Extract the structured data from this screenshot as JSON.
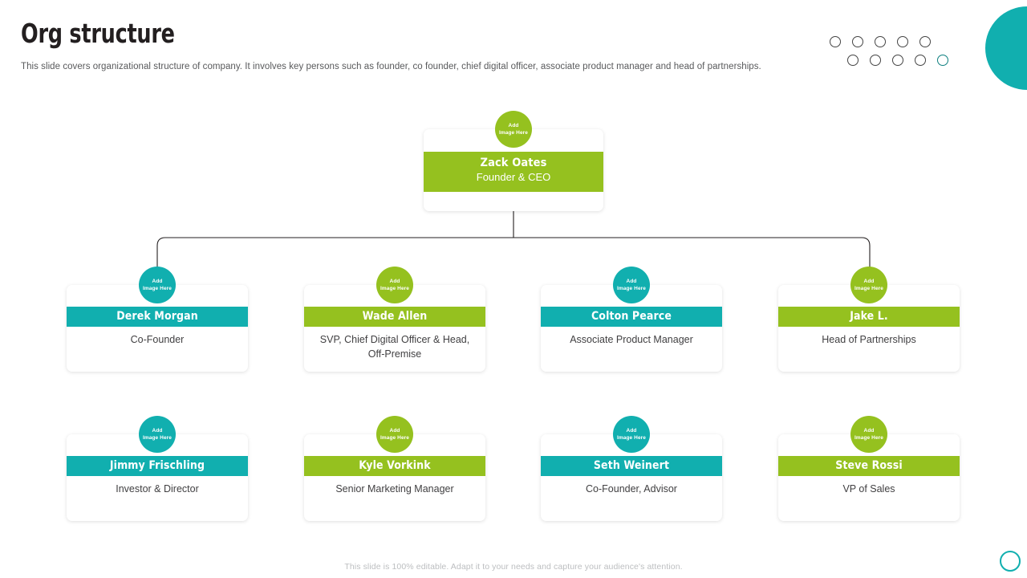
{
  "header": {
    "title": "Org structure",
    "subtitle": "This slide covers organizational structure of company. It involves key persons such as founder, co founder, chief digital officer, associate product manager and head of partnerships."
  },
  "colors": {
    "green": "#95C11F",
    "teal": "#11AFAF",
    "text_dark": "#231f20",
    "text_body": "#58595b",
    "footer_gray": "#bcbec0"
  },
  "avatar_placeholder": {
    "line1": "Add",
    "line2": "Image Here"
  },
  "root": {
    "name": "Zack Oates",
    "role": "Founder & CEO",
    "color": "#95C11F",
    "avatar_color": "#95C11F"
  },
  "rows": [
    {
      "nodes": [
        {
          "name": "Derek Morgan",
          "role": "Co-Founder",
          "color": "#11AFAF"
        },
        {
          "name": "Wade Allen",
          "role": "SVP, Chief Digital Officer & Head, Off-Premise",
          "color": "#95C11F"
        },
        {
          "name": "Colton Pearce",
          "role": "Associate Product Manager",
          "color": "#11AFAF"
        },
        {
          "name": "Jake L.",
          "role": "Head of Partnerships",
          "color": "#95C11F"
        }
      ]
    },
    {
      "nodes": [
        {
          "name": "Jimmy Frischling",
          "role": "Investor & Director",
          "color": "#11AFAF"
        },
        {
          "name": "Kyle Vorkink",
          "role": "Senior Marketing Manager",
          "color": "#95C11F"
        },
        {
          "name": "Seth Weinert",
          "role": "Co-Founder, Advisor",
          "color": "#11AFAF"
        },
        {
          "name": "Steve Rossi",
          "role": "VP of Sales",
          "color": "#95C11F"
        }
      ]
    }
  ],
  "decoration": {
    "dot_row_top_count": 5,
    "dot_row_bottom_count": 5
  },
  "footer": {
    "note": "This slide is 100% editable. Adapt it to your needs and capture your audience's attention."
  }
}
